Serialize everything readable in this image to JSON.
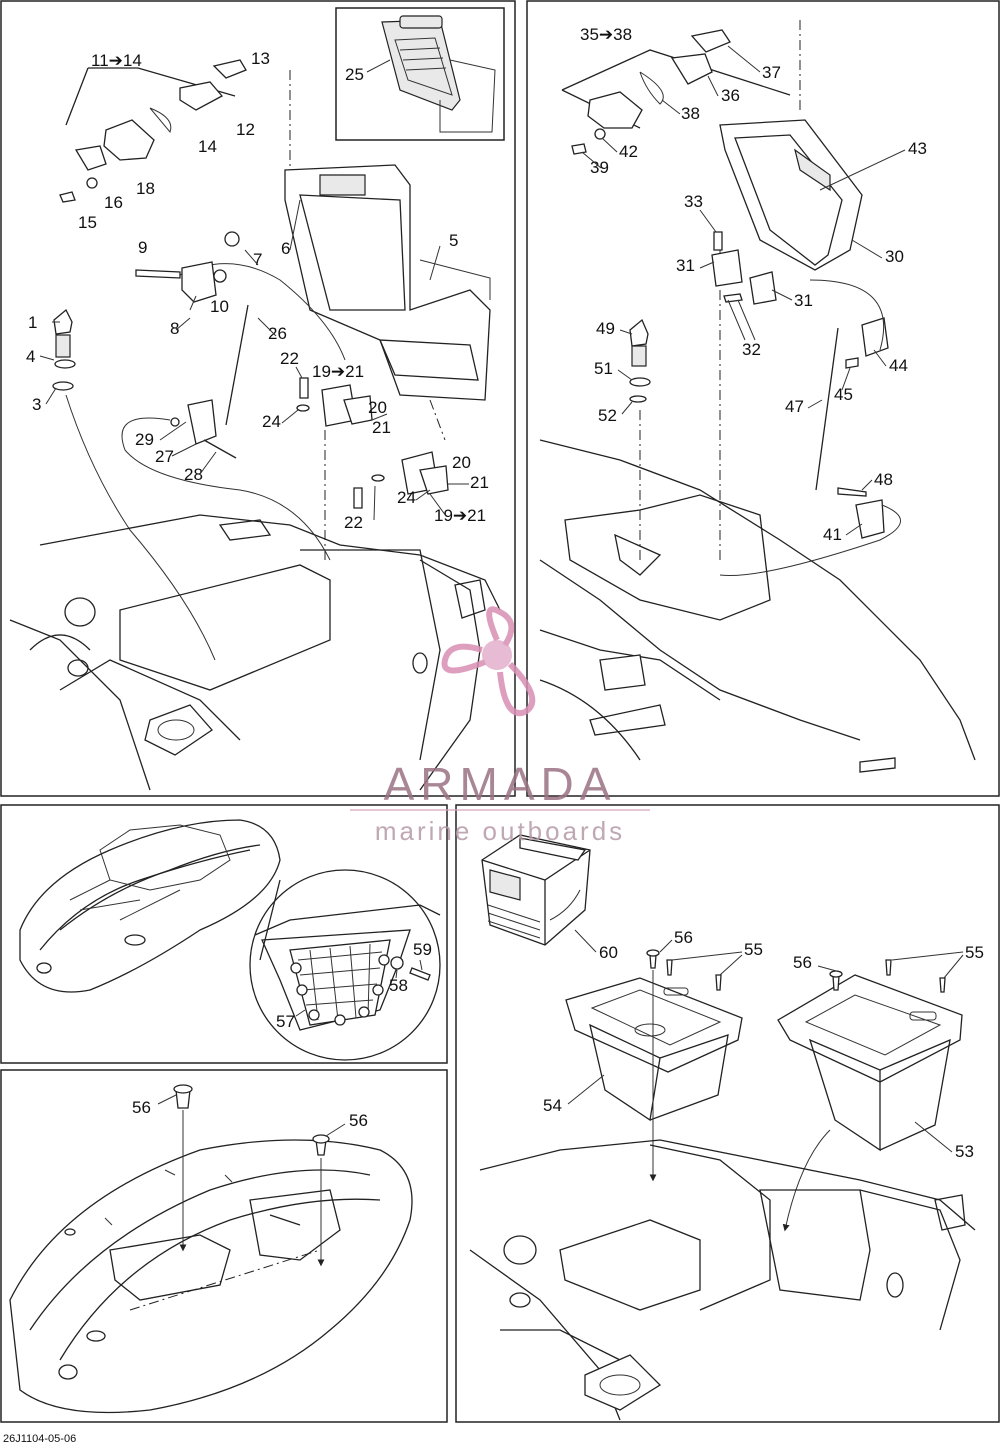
{
  "document_code": "26J1104-05-06",
  "watermark": {
    "title": "ARMADA",
    "subtitle": "marine outboards",
    "color": "#c9a3b4",
    "accent_color": "#e2b0cc"
  },
  "callouts": {
    "top_left": [
      "11➔14",
      "13",
      "25",
      "12",
      "14",
      "18",
      "16",
      "15",
      "7",
      "5",
      "9",
      "10",
      "6",
      "8",
      "26",
      "1",
      "4",
      "3",
      "22",
      "19➔21",
      "24",
      "20",
      "21",
      "29",
      "27",
      "28",
      "20",
      "21",
      "24",
      "22",
      "19➔21"
    ],
    "top_right": [
      "35➔38",
      "37",
      "36",
      "38",
      "42",
      "39",
      "43",
      "33",
      "30",
      "31",
      "31",
      "32",
      "49",
      "44",
      "51",
      "45",
      "52",
      "47",
      "48",
      "41"
    ],
    "middle_left": [
      "59",
      "58",
      "57"
    ],
    "bottom_left": [
      "56",
      "56"
    ],
    "bottom_right": [
      "56",
      "55",
      "60",
      "56",
      "55",
      "54",
      "53"
    ]
  }
}
